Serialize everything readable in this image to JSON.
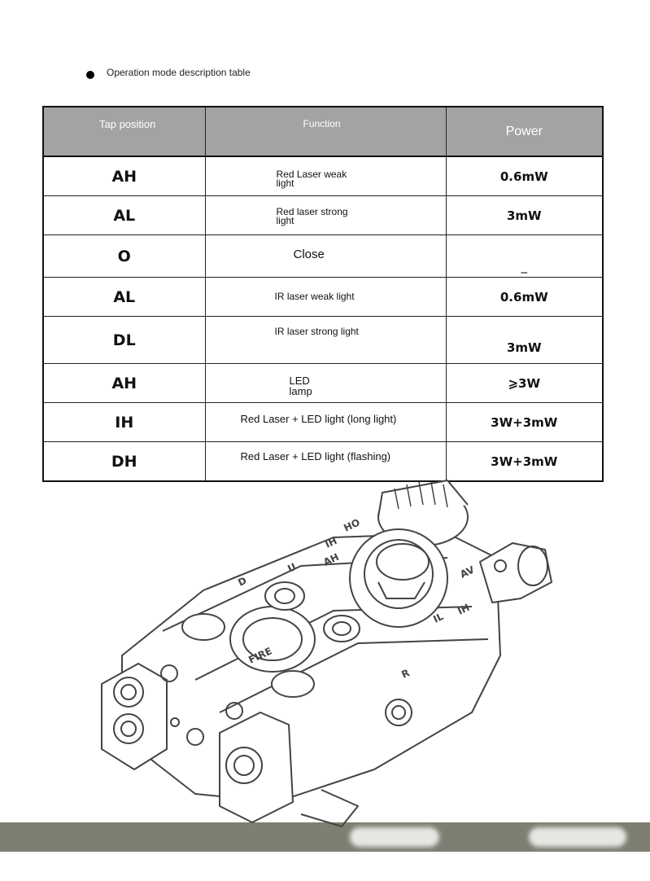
{
  "heading": "Operation mode description table",
  "table": {
    "headers": [
      "Tap position",
      "Function",
      "Power"
    ],
    "rows": [
      {
        "tap": "AH",
        "function": "Red Laser weak light",
        "power": "0.6mW"
      },
      {
        "tap": "AL",
        "function": "Red laser strong light",
        "power": "3mW"
      },
      {
        "tap": "O",
        "function": "Close",
        "power": "_"
      },
      {
        "tap": "AL",
        "function": "IR laser weak light",
        "power": "0.6mW"
      },
      {
        "tap": "DL",
        "function": "IR laser strong light",
        "power": "3mW"
      },
      {
        "tap": "AH",
        "function": "LED lamp",
        "power": "⩾3W"
      },
      {
        "tap": "IH",
        "function": "Red Laser + LED light (long light)",
        "power": "3W+3mW"
      },
      {
        "tap": "DH",
        "function": "Red Laser + LED light (flashing)",
        "power": "3W+3mW"
      }
    ]
  },
  "device_labels": {
    "fire": "FIRE",
    "left_switch": "D",
    "mode_marks": [
      "U",
      "AH",
      "IH",
      "HO"
    ],
    "right_marks": [
      "IL",
      "IH",
      "AV",
      "R"
    ]
  }
}
